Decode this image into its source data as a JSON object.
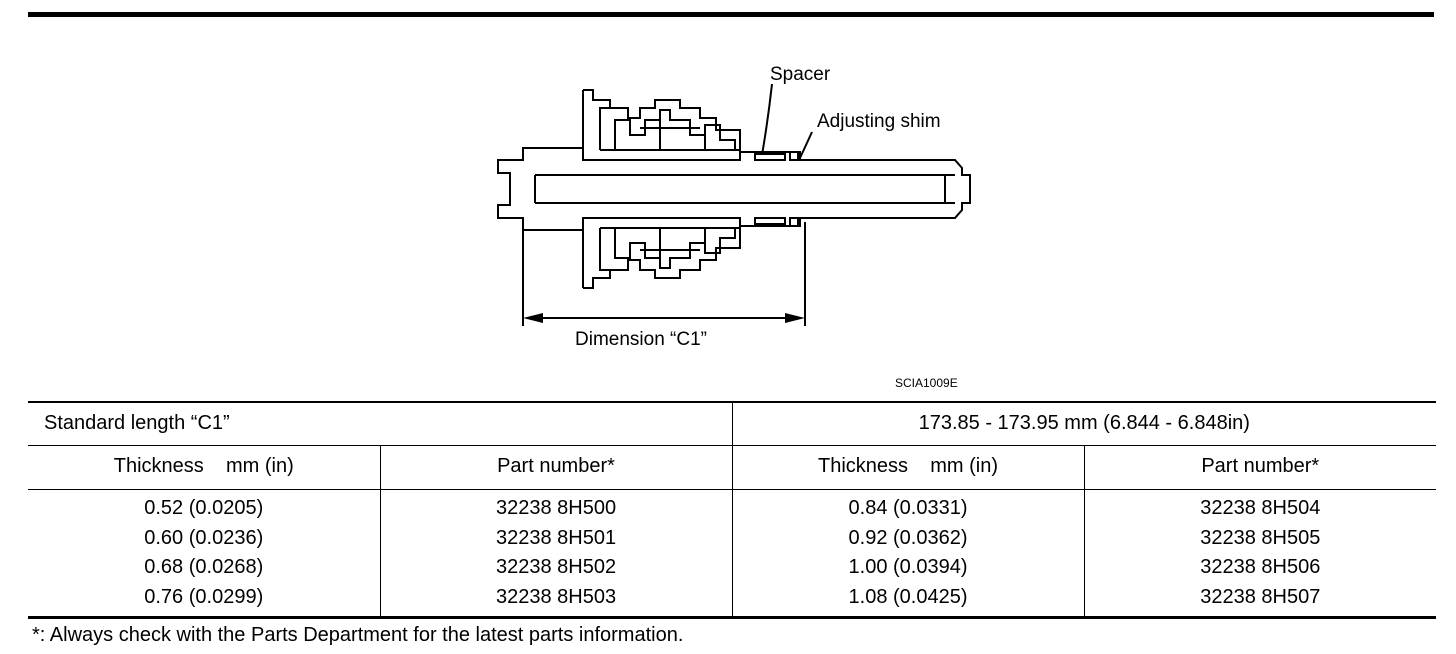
{
  "diagram": {
    "labels": {
      "spacer": "Spacer",
      "adjusting_shim": "Adjusting shim",
      "dimension": "Dimension “C1”",
      "figure_code": "SCIA1009E"
    }
  },
  "table": {
    "standard_label": "Standard length “C1”",
    "standard_value": "173.85 - 173.95 mm (6.844 - 6.848in)",
    "headers": {
      "thickness": "Thickness    mm (in)",
      "part_number": "Part number*"
    },
    "left": {
      "thickness": [
        "0.52 (0.0205)",
        "0.60 (0.0236)",
        "0.68 (0.0268)",
        "0.76 (0.0299)"
      ],
      "part_number": [
        "32238 8H500",
        "32238 8H501",
        "32238 8H502",
        "32238 8H503"
      ]
    },
    "right": {
      "thickness": [
        "0.84 (0.0331)",
        "0.92 (0.0362)",
        "1.00 (0.0394)",
        "1.08 (0.0425)"
      ],
      "part_number": [
        "32238 8H504",
        "32238 8H505",
        "32238 8H506",
        "32238 8H507"
      ]
    }
  },
  "footnote": "*: Always check with the Parts Department for the latest parts information."
}
